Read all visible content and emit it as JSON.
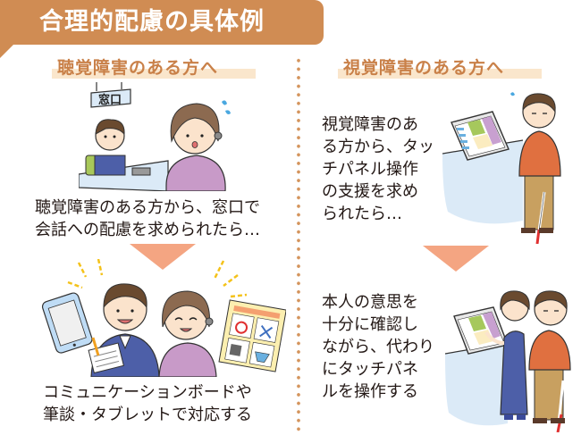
{
  "header": {
    "title": "合理的配慮の具体例",
    "color": "#d08c53"
  },
  "sections": [
    {
      "heading": "聴覚障害のある方へ",
      "situation": {
        "lines": [
          "聴覚障害のある方から、窓口で",
          "会話への配慮を求められたら…"
        ],
        "illustration": {
          "sign_text": "窓口",
          "description": "counter clerk and elderly woman with hearing aid looking confused"
        }
      },
      "response": {
        "lines": [
          "コミュニケーションボードや",
          "筆談・タブレットで対応する"
        ],
        "illustration": {
          "description": "clerk writing on notepad, smiling woman, tablet and communication board",
          "board_symbols": [
            "○",
            "×"
          ]
        }
      }
    },
    {
      "heading": "視覚障害のある方へ",
      "situation": {
        "lines": [
          "視覚障害のあ",
          "る方から、タッ",
          "チパネル操作",
          "の支援を求め",
          "られたら…"
        ],
        "illustration": {
          "description": "man with white cane standing by touch panel kiosk"
        }
      },
      "response": {
        "lines": [
          "本人の意思を",
          "十分に確認し",
          "ながら、代わり",
          "にタッチパネ",
          "ルを操作する"
        ],
        "illustration": {
          "description": "staff operating touch panel for man with white cane"
        }
      }
    }
  ],
  "colors": {
    "heading_text": "#c98048",
    "heading_highlight": "#fae6cc",
    "arrow": "#f4a582",
    "divider": "#d4945c",
    "body_text": "#231815"
  }
}
